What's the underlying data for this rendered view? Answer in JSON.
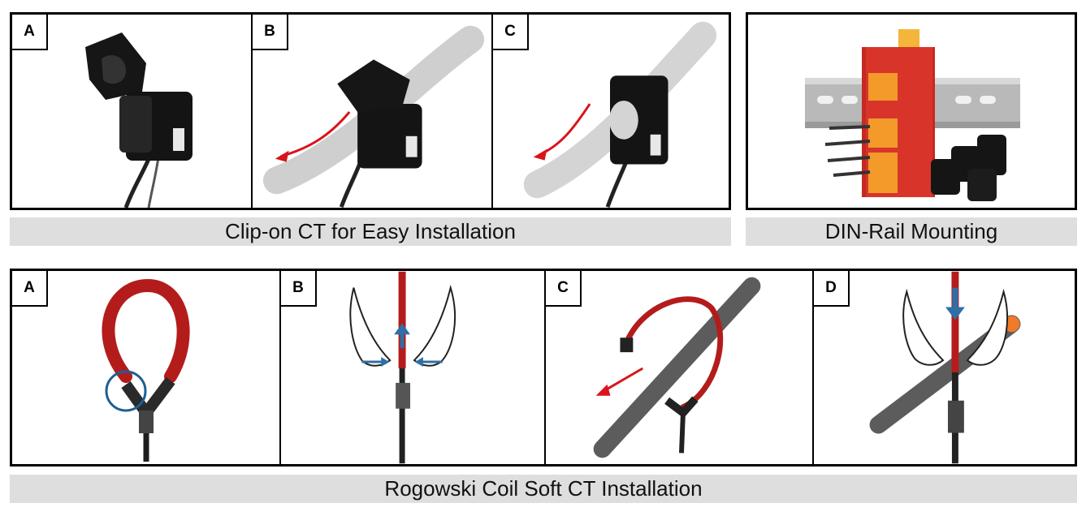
{
  "clipon": {
    "panels": [
      {
        "tag": "A"
      },
      {
        "tag": "B"
      },
      {
        "tag": "C"
      }
    ],
    "caption": "Clip-on CT for Easy Installation"
  },
  "din": {
    "caption": "DIN-Rail Mounting"
  },
  "rogowski": {
    "panels": [
      {
        "tag": "A"
      },
      {
        "tag": "B"
      },
      {
        "tag": "C"
      },
      {
        "tag": "D"
      }
    ],
    "caption": "Rogowski Coil Soft CT Installation"
  },
  "colors": {
    "frame": "#000000",
    "caption_bg": "#dedede",
    "arrow_red": "#d9141b",
    "arrow_blue": "#2f6fa5",
    "coil_red": "#c8201f",
    "module_red": "#d8342a",
    "terminal_orange": "#f39a2a",
    "cable_grey": "#cfcfcf",
    "rod_grey": "#6e6e6e"
  },
  "icons": [
    "clip-on-ct-icon",
    "cable-icon",
    "red-arrow-icon",
    "din-rail-icon",
    "power-meter-module-icon",
    "rogowski-coil-icon",
    "hand-icon",
    "blue-arrow-icon",
    "conductor-rod-icon"
  ]
}
